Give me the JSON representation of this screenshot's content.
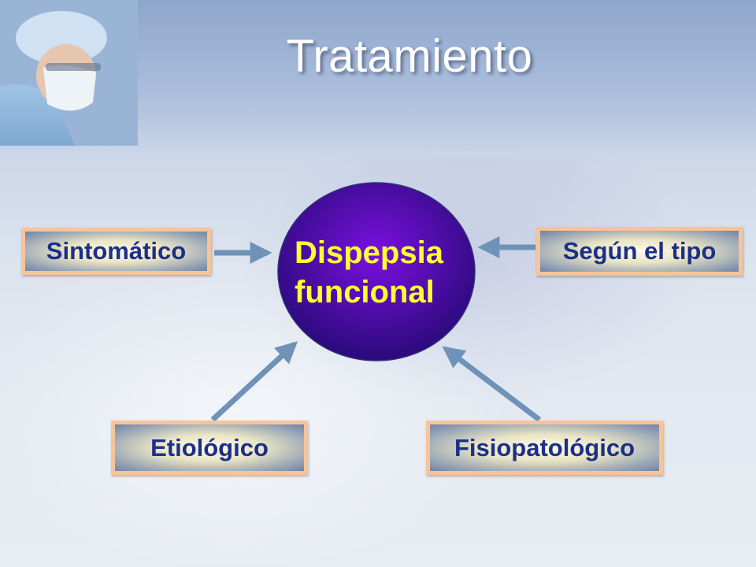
{
  "slide": {
    "title": "Tratamiento"
  },
  "diagram": {
    "center": {
      "line1": "Dispepsia",
      "line2": "funcional",
      "fill_top": "#7b10e0",
      "fill_bottom": "#2a0a7a",
      "text_color": "#ffff33"
    },
    "nodes": {
      "sintomatico": "Sintomático",
      "segun_tipo": "Según el tipo",
      "etiologico": "Etiológico",
      "fisiopatologico": "Fisiopatológico"
    },
    "box_border_color": "#f7c49a",
    "box_text_color": "#1b2f8a",
    "arrow_color": "#6e92b8"
  }
}
